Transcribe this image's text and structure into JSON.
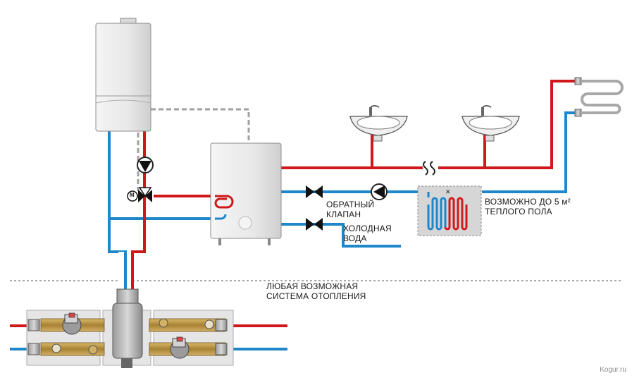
{
  "labels": {
    "check_valve_line1": "ОБРАТНЫЙ",
    "check_valve_line2": "КЛАПАН",
    "cold_water_line1": "ХОЛОДНАЯ",
    "cold_water_line2": "ВОДА",
    "floor_heating_line1": "ВОЗМОЖНО ДО 5 м²",
    "floor_heating_line2": "ТЕПЛОГО ПОЛА",
    "heating_system_line1": "ЛЮБАЯ ВОЗМОЖНАЯ",
    "heating_system_line2": "СИСТЕМА ОТОПЛЕНИЯ",
    "motor_valve_mark": "M"
  },
  "watermark": "Kogur.ru",
  "colors": {
    "hot_pipe": "#d0181c",
    "cold_pipe": "#1f86c9",
    "gas_line": "#a0a0a0",
    "appliance_body": "#e6e6e6",
    "module_panel": "#e5e5e5"
  }
}
